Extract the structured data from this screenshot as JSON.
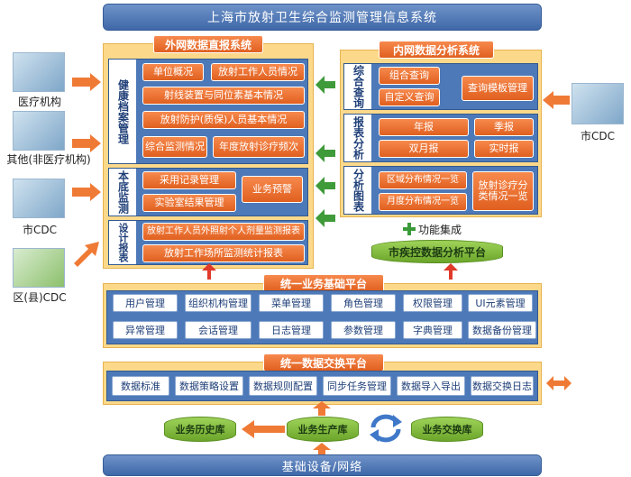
{
  "title": "上海市放射卫生综合监测管理信息系统",
  "external": {
    "title": "外网数据直报系统",
    "health": {
      "label": "健康档案管理",
      "items": [
        "单位概况",
        "放射工作人员情况",
        "射线装置与同位素基本情况",
        "放射防护(质保)人员基本情况",
        "综合监测情况",
        "年度放射诊疗频次"
      ]
    },
    "monitor": {
      "label": "本底监测",
      "items": [
        "采用记录管理",
        "实验室结果管理"
      ],
      "alert": "业务预警"
    },
    "design": {
      "label": "设计报表",
      "items": [
        "放射工作人员外照射个人剂量监测报表",
        "放射工作场所监测统计报表"
      ]
    }
  },
  "internal": {
    "title": "内网数据分析系统",
    "query": {
      "label": "综合查询",
      "items": [
        "组合查询",
        "自定义查询"
      ],
      "template": "查询模板管理"
    },
    "report": {
      "label": "报表分析",
      "items": [
        "年报",
        "季报",
        "双月报",
        "实时报"
      ]
    },
    "chart": {
      "label": "分析图表",
      "items": [
        "区域分布情况一览",
        "月度分布情况一览"
      ],
      "special": "放射诊疗分类情况一览"
    },
    "integration": "功能集成",
    "platform": "市疾控数据分析平台"
  },
  "sources": [
    "医疗机构",
    "其他(非医疗机构)",
    "市CDC",
    "区(县)CDC"
  ],
  "right_source": "市CDC",
  "business_platform": {
    "title": "统一业务基础平台",
    "row1": [
      "用户管理",
      "组织机构管理",
      "菜单管理",
      "角色管理",
      "权限管理",
      "UI元素管理"
    ],
    "row2": [
      "异常管理",
      "会话管理",
      "日志管理",
      "参数管理",
      "字典管理",
      "数据备份管理"
    ]
  },
  "exchange_platform": {
    "title": "统一数据交换平台",
    "items": [
      "数据标准",
      "数据策略设置",
      "数据规则配置",
      "同步任务管理",
      "数据导入导出",
      "数据交换日志"
    ]
  },
  "databases": [
    "业务历史库",
    "业务生产库",
    "业务交换库"
  ],
  "footer": "基础设备/网络",
  "colors": {
    "bar": "#4a73b3",
    "orange": "#ef7230",
    "panel": "#fcd98a",
    "green": "#7dbb3a"
  }
}
